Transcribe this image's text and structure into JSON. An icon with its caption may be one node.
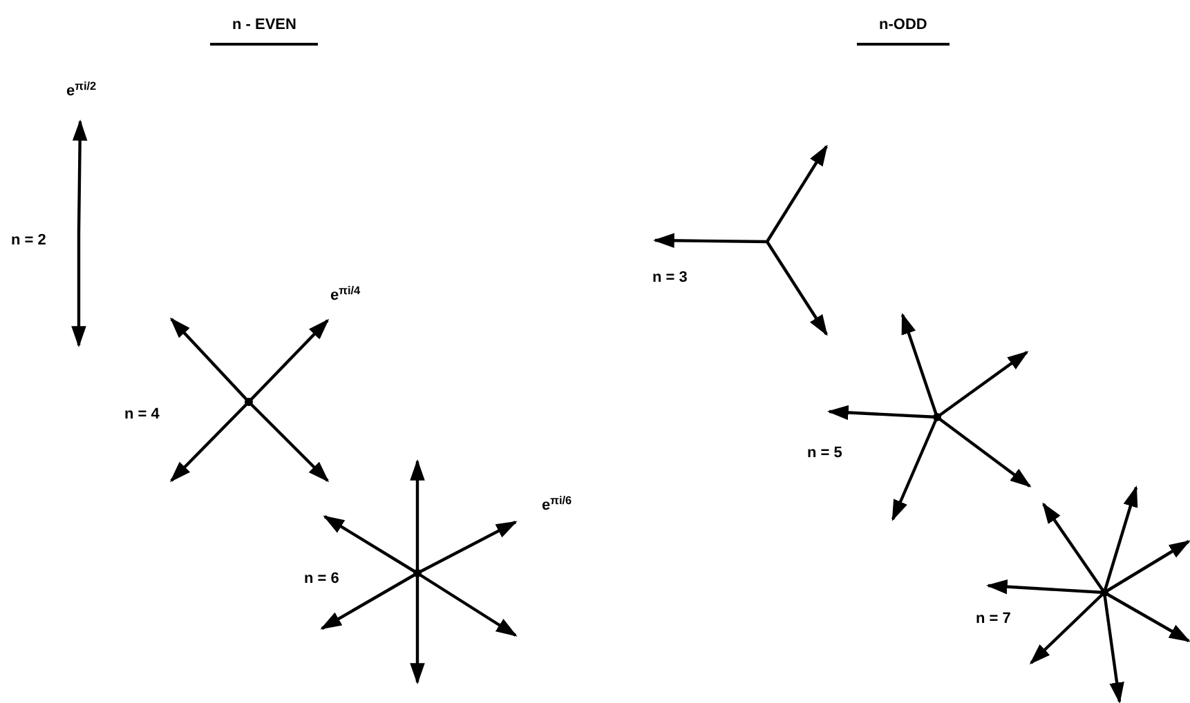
{
  "diagram": {
    "labels": [
      "n - EVEN",
      "n-ODD",
      "e$^{πi/2}$",
      "n = 2",
      "e$^{πi/4}$",
      "n = 4",
      "e$^{πi/6}$",
      "n = 3",
      "n = 6",
      "n = 5",
      "n = 7"
    ]
  }
}
